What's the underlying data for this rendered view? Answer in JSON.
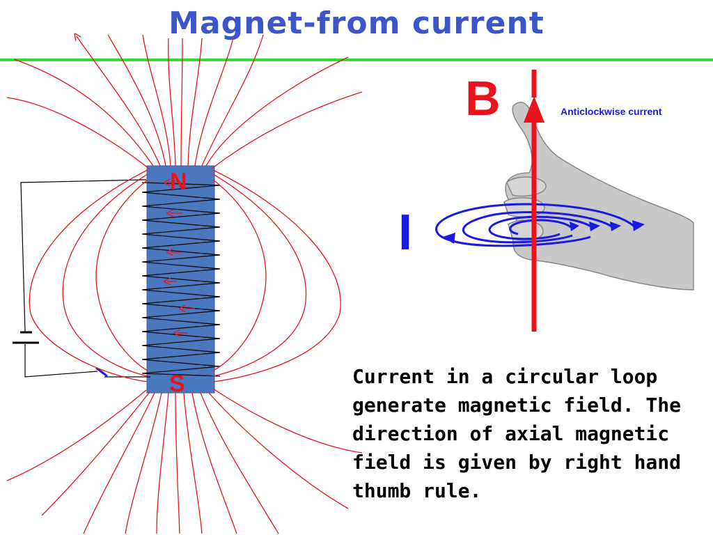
{
  "slide": {
    "title": "Magnet-from current",
    "title_color": "#3b56c9",
    "rule_color": "#33dd33"
  },
  "solenoid": {
    "north_label": "N",
    "south_label": "S",
    "pole_label_color": "#e8141b",
    "core_color": "#4a78bf",
    "field_line_color": "#e8141b",
    "coil_color": "#000000"
  },
  "right_hand_rule": {
    "field_label": "B",
    "current_label": "I",
    "direction_note": "Anticlockwise current",
    "field_label_color": "#e8141b",
    "current_label_color": "#1a1ae6",
    "note_color": "#1a1ae6",
    "arrow_color": "#e8141b",
    "loop_color": "#1a1ae6",
    "hand_color": "#c8c8c8"
  },
  "caption": {
    "text": "Current in a circular loop generate magnetic field. The direction of axial magnetic field is given by right hand thumb rule."
  }
}
